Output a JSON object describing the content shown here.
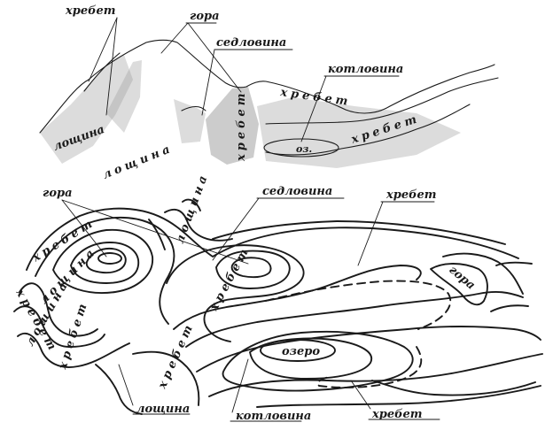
{
  "sketch": {
    "labels": {
      "ridge_left": "хребет",
      "peak": "гора",
      "saddle": "седловина",
      "basin": "котловина",
      "lake": "оз.",
      "ridge_right_top": "хребет",
      "ridge_right_low": "хребет",
      "ridge_vertical": "хребет",
      "ravine_left": "лощина",
      "ravine_mid": "лощина"
    }
  },
  "map": {
    "labels": {
      "peak": "гора",
      "saddle": "седловина",
      "ridge_top": "хребет",
      "ravine_top": "лощина",
      "ridge_left": "хребет",
      "ravine_left": "лощина",
      "ridge_left2": "хребет",
      "ravine_left2": "лощина",
      "ridge_low_left": "хребет",
      "ridge_center": "хребет",
      "ridge_center2": "хребет",
      "right_hill": "гора",
      "lake": "озеро",
      "ravine_bottom": "лощина",
      "basin_bottom": "котловина",
      "ridge_bottom": "хребет"
    }
  }
}
